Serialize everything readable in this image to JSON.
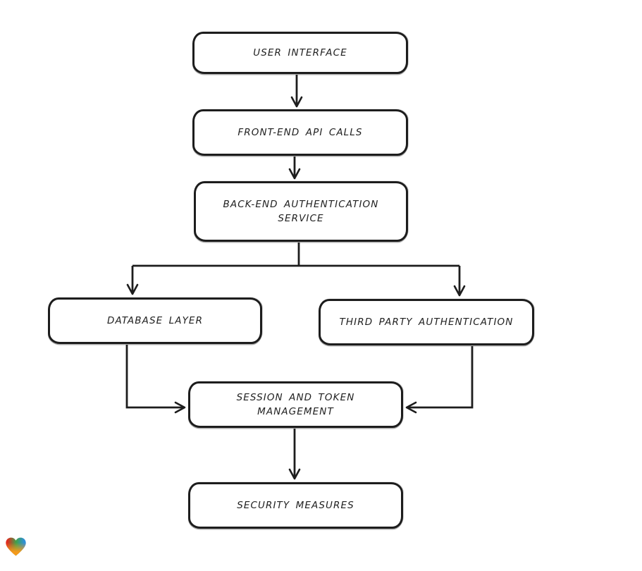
{
  "canvas": {
    "background": "#ffffff",
    "stroke_color": "#1d1d1d",
    "text_color": "#212121"
  },
  "nodes": {
    "user_interface": {
      "label": "USER INTERFACE",
      "lines": [
        "USER INTERFACE"
      ]
    },
    "frontend_api_calls": {
      "label": "FRONT-END API CALLS",
      "lines": [
        "FRONT-END API CALLS"
      ]
    },
    "backend_auth_service": {
      "label": "BACK-END AUTHENTICATION SERVICE",
      "lines": [
        "BACK-END AUTHENTICATION",
        "SERVICE"
      ]
    },
    "database_layer": {
      "label": "DATABASE LAYER",
      "lines": [
        "DATABASE LAYER"
      ]
    },
    "third_party_auth": {
      "label": "THIRD PARTY AUTHENTICATION",
      "lines": [
        "THIRD PARTY AUTHENTICATION"
      ]
    },
    "session_token_management": {
      "label": "SESSION AND TOKEN MANAGEMENT",
      "lines": [
        "SESSION AND TOKEN",
        "MANAGEMENT"
      ]
    },
    "security_measures": {
      "label": "SECURITY MEASURES",
      "lines": [
        "SECURITY MEASURES"
      ]
    }
  },
  "edges": [
    {
      "from": "user_interface",
      "to": "frontend_api_calls",
      "style": "arrow"
    },
    {
      "from": "frontend_api_calls",
      "to": "backend_auth_service",
      "style": "arrow"
    },
    {
      "from": "backend_auth_service",
      "to": "database_layer",
      "style": "arrow"
    },
    {
      "from": "backend_auth_service",
      "to": "third_party_auth",
      "style": "arrow"
    },
    {
      "from": "database_layer",
      "to": "session_token_management",
      "style": "arrow"
    },
    {
      "from": "third_party_auth",
      "to": "session_token_management",
      "style": "arrow"
    },
    {
      "from": "session_token_management",
      "to": "security_measures",
      "style": "arrow"
    }
  ],
  "logo": {
    "icon": "heart-gradient-logo",
    "colors": [
      "#e02a1f",
      "#3fa24b",
      "#2f8fd9",
      "#f49a1c"
    ]
  }
}
